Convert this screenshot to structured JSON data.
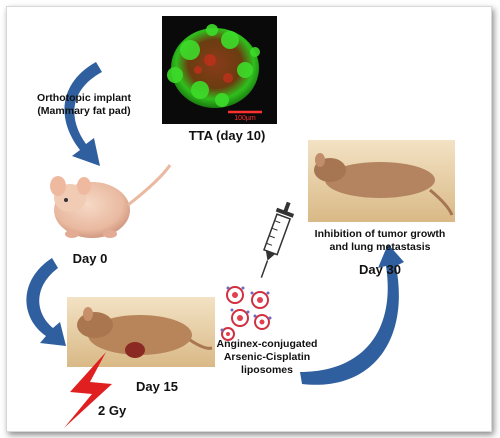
{
  "labels": {
    "implant_line1": "Orthotopic implant",
    "implant_line2": "(Mammary fat pad)",
    "tta": "TTA (day 10)",
    "scale_bar": "100µm",
    "day0": "Day 0",
    "day15": "Day 15",
    "day30": "Day 30",
    "dose": "2 Gy",
    "liposome_line1": "Anginex-conjugated",
    "liposome_line2": "Arsenic-Cisplatin",
    "liposome_line3": "liposomes",
    "outcome_line1": "Inhibition of tumor growth",
    "outcome_line2": "and lung metastasis"
  },
  "colors": {
    "arrow_blue": "#2f5f9e",
    "lightning_red": "#e02020",
    "micrograph_bg": "#0a0a0a",
    "micrograph_green": "#3ddc2a",
    "scale_red": "#ff3030",
    "photo_bg": "#e6c99a"
  }
}
